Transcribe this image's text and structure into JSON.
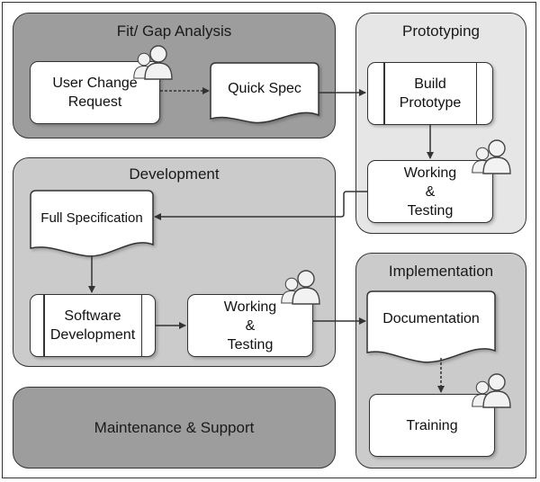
{
  "phases": {
    "fit_gap": {
      "title": "Fit/ Gap Analysis"
    },
    "prototyping": {
      "title": "Prototyping"
    },
    "development": {
      "title": "Development"
    },
    "implementation": {
      "title": "Implementation"
    },
    "maintenance": {
      "title": "Maintenance & Support"
    }
  },
  "nodes": {
    "user_change_request": "User Change Request",
    "quick_spec": "Quick Spec",
    "build_prototype": "Build Prototype",
    "proto_working_testing": [
      "Working",
      "&",
      "Testing"
    ],
    "full_specification": "Full Specification",
    "software_development": "Software Development",
    "dev_working_testing": [
      "Working",
      "&",
      "Testing"
    ],
    "documentation": "Documentation",
    "training": "Training"
  },
  "icons": {
    "person": "user-pair-icon"
  },
  "colors": {
    "fit_gap_fill": "#9d9d9d",
    "development_fill": "#cbcbcb",
    "prototyping_fill": "#e6e6e6",
    "implementation_fill": "#cbcbcb",
    "maintenance_fill": "#9d9d9d"
  }
}
